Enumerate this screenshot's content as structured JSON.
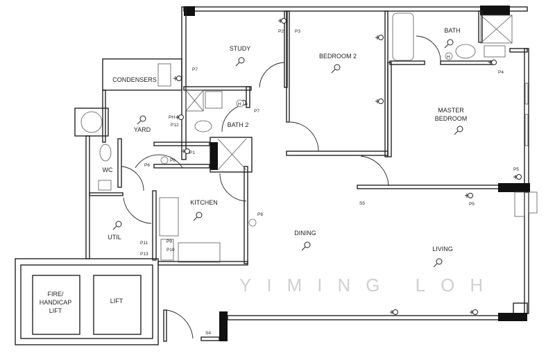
{
  "watermark": "YIMING LOH",
  "rooms": {
    "study": "STUDY",
    "bedroom2": "BEDROOM 2",
    "bath": "BATH",
    "master1": "MASTER",
    "master2": "BEDROOM",
    "condensers": "CONDENSERS",
    "yard": "YARD",
    "bath2": "BATH 2",
    "wc": "WC",
    "kitchen": "KITCHEN",
    "util": "UTIL",
    "dining": "DINING",
    "living": "LIVING",
    "lift_fire1": "FIRE/",
    "lift_fire2": "HANDICAP",
    "lift_fire3": "LIFT",
    "lift": "LIFT"
  },
  "points": {
    "p1": "P1",
    "p2": "P2",
    "p3": "P3",
    "p4": "P4",
    "p5a": "P5",
    "p5b": "P5",
    "p6a": "P6",
    "p6b": "P6",
    "p7a": "P7",
    "p7b": "P7",
    "p8": "P8",
    "ph": "PH",
    "p12": "P12",
    "s4": "S4",
    "s5": "S5",
    "p9": "P9",
    "p10": "P10",
    "p11": "P11",
    "p13": "P13"
  },
  "symbols": {
    "heater": "H",
    "heater_bath": "H"
  }
}
